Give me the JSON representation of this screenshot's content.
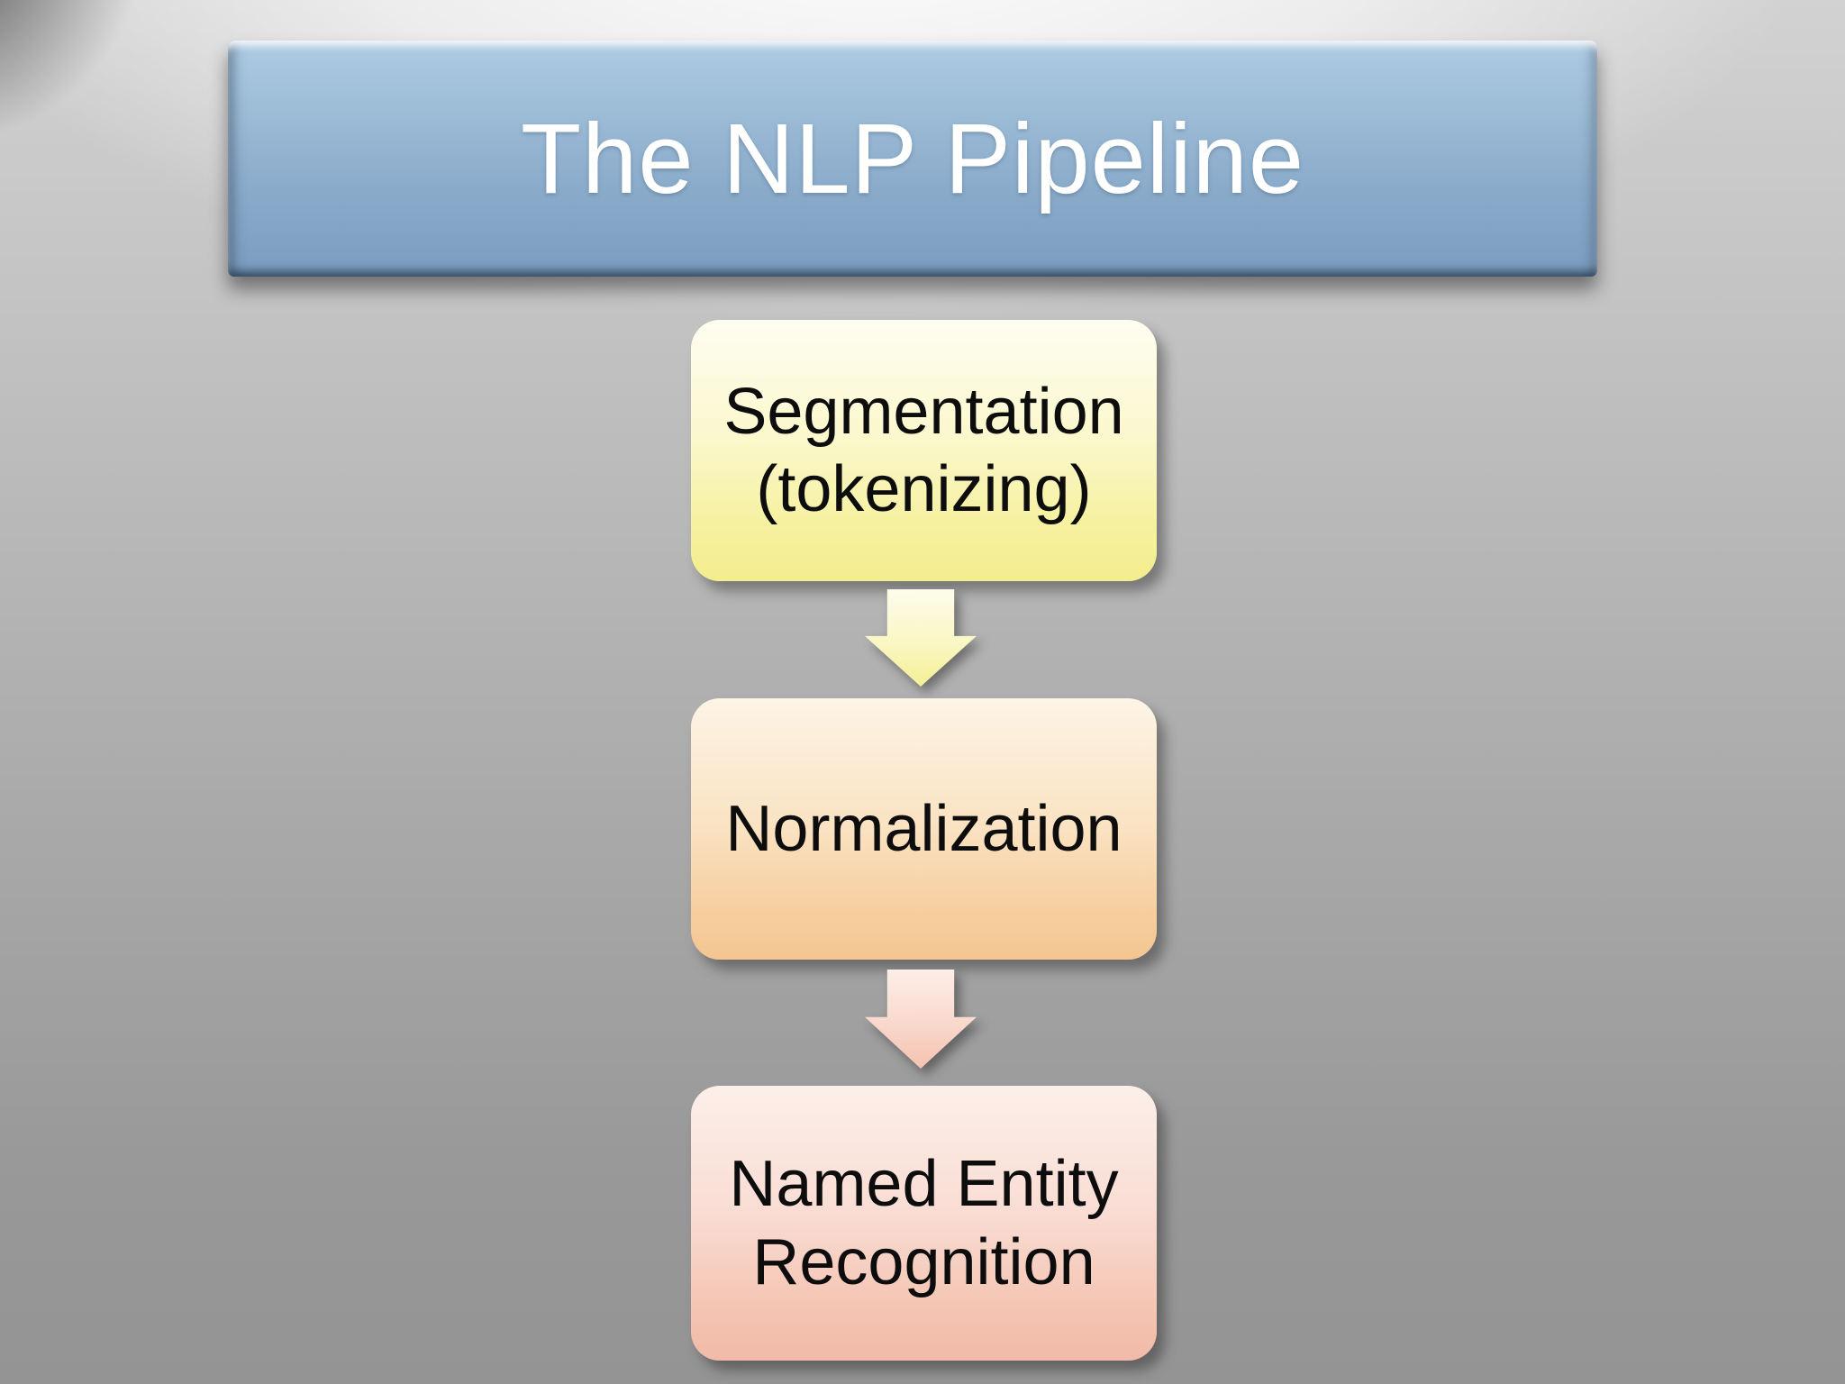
{
  "slide": {
    "title": "The NLP Pipeline",
    "steps": [
      {
        "id": "segmentation",
        "label": "Segmentation (tokenizing)",
        "fill_top": "#fefdf0",
        "fill_bottom": "#f3ee8d"
      },
      {
        "id": "normalization",
        "label": "Normalization",
        "fill_top": "#fdf4e6",
        "fill_bottom": "#f4c690"
      },
      {
        "id": "named-entity-recognition",
        "label": "Named Entity Recognition",
        "fill_top": "#fcefe9",
        "fill_bottom": "#f2baa8"
      }
    ],
    "connectors": [
      {
        "from": "segmentation",
        "to": "normalization",
        "shape": "down-arrow",
        "color_top": "#fdfceb",
        "color_bottom": "#f4ef93"
      },
      {
        "from": "normalization",
        "to": "named-entity-recognition",
        "shape": "down-arrow",
        "color_top": "#fdeee8",
        "color_bottom": "#f3c2b1"
      }
    ],
    "colors": {
      "banner_top": "#aecbe2",
      "banner_bottom": "#7b9cbf",
      "banner_text": "#ffffff",
      "step_text": "#0d0d0d",
      "background_highlight": "#f7f7f7",
      "background_edge": "#959495"
    }
  }
}
